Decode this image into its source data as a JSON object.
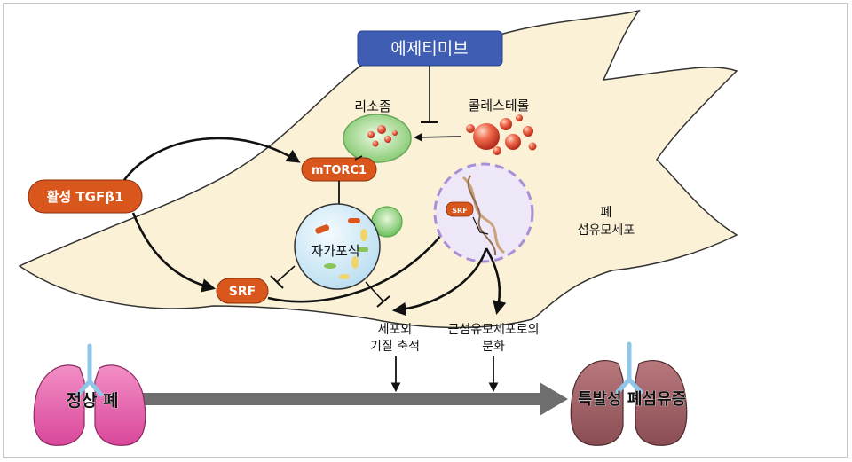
{
  "drug": {
    "label": "에제티미브"
  },
  "lysosome": {
    "label": "리소좀"
  },
  "cholesterol": {
    "label": "콜레스테롤"
  },
  "mtorc1": {
    "label": "mTORC1"
  },
  "tgfb1": {
    "label": "활성 TGFβ1"
  },
  "autophagy": {
    "label": "자가포식"
  },
  "srf": {
    "label": "SRF",
    "nuclear_label": "SRF"
  },
  "cell": {
    "label_line1": "폐",
    "label_line2": "섬유모세포"
  },
  "outcomes": {
    "ecm_line1": "세포외",
    "ecm_line2": "기질 축적",
    "myo_line1": "근섬유모세포로의",
    "myo_line2": "분화"
  },
  "lungs": {
    "normal": "정상 폐",
    "ipf": "특발성 폐섬유증"
  },
  "colors": {
    "drug_box": "#3f5db3",
    "node_orange": "#d9571d",
    "cell_fill": "#fbf1d6",
    "lysosome_green": "#8fd17a",
    "autophagy_fill": "#d6ecf7",
    "nucleus_dash": "#a98fd6",
    "normal_lung": "#e45aa8",
    "ipf_lung": "#9b5b61",
    "trachea": "#8ec7e8",
    "arrow_gray": "#6e6e6e"
  }
}
